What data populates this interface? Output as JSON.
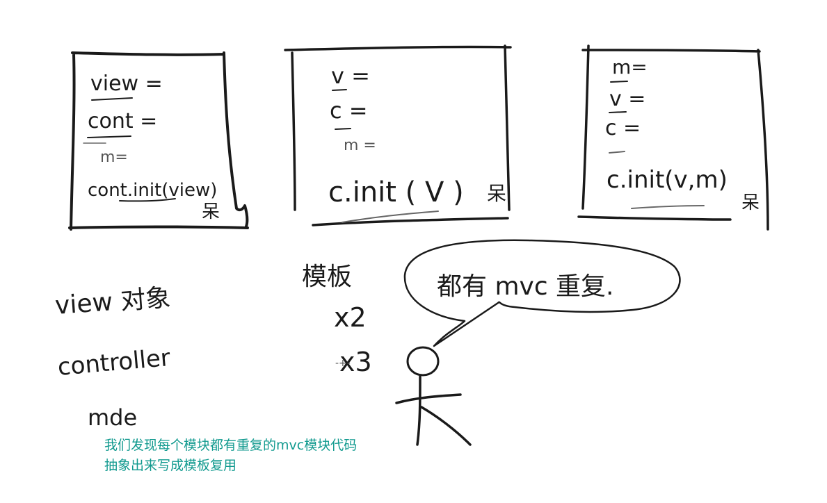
{
  "panels": [
    {
      "lines": [
        "view =",
        "cont =",
        "m=",
        "cont.init(view)"
      ],
      "stick_person": "呆"
    },
    {
      "lines": [
        "v =",
        "c =",
        "m =",
        "c.init ( V )"
      ],
      "stick_person": "呆"
    },
    {
      "lines": [
        "m=",
        "v =",
        "c =",
        "c.init(v,m)"
      ],
      "stick_person": "呆"
    }
  ],
  "left_notes": [
    "view 对象",
    "controller",
    "mde"
  ],
  "module_notes": [
    "模板",
    "x2",
    "x3"
  ],
  "speech_bubble": "都有 mvc 重复.",
  "caption": {
    "line1": "我们发现每个模块都有重复的mvc模块代码",
    "line2": "抽象出来写成模板复用"
  },
  "colors": {
    "ink": "#1a1a1a",
    "caption": "#129a8f"
  }
}
